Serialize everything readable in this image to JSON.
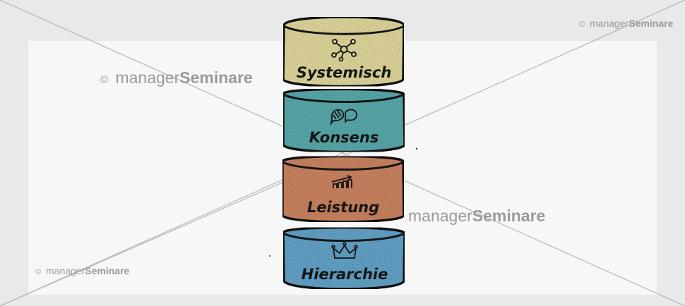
{
  "diagram": {
    "layers": [
      {
        "label": "Systemisch",
        "icon": "network-icon",
        "color": "#efe6a6",
        "color_dark": "#e4d68a"
      },
      {
        "label": "Konsens",
        "icon": "speech-bubbles-icon",
        "color": "#5fb5b7",
        "color_dark": "#3f9ea3"
      },
      {
        "label": "Leistung",
        "icon": "bar-chart-icon",
        "color": "#d98d68",
        "color_dark": "#c4714f"
      },
      {
        "label": "Hierarchie",
        "icon": "crown-icon",
        "color": "#6aaed6",
        "color_dark": "#4d95c4"
      }
    ]
  },
  "watermarks": [
    {
      "prefix": "manager",
      "brand": "Seminare"
    },
    {
      "prefix": "manager",
      "brand": "Seminare"
    },
    {
      "prefix": "manager",
      "brand": "Seminare"
    },
    {
      "prefix": "manager",
      "brand": "Seminare"
    }
  ],
  "copyright_symbol": "©"
}
